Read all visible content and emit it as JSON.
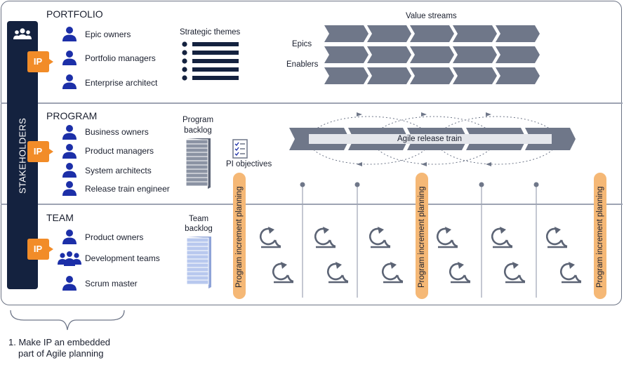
{
  "sidebar": {
    "label": "STAKEHOLDERS",
    "icon": "group-icon"
  },
  "portfolio": {
    "title": "PORTFOLIO",
    "roles": [
      "Epic owners",
      "Portfolio managers",
      "Enterprise architect"
    ],
    "strategic_themes_label": "Strategic themes",
    "value_streams_label": "Value streams",
    "epics_label": "Epics",
    "enablers_label": "Enablers"
  },
  "program": {
    "title": "PROGRAM",
    "roles": [
      "Business owners",
      "Product managers",
      "System architects",
      "Release train engineer"
    ],
    "backlog_label_1": "Program",
    "backlog_label_2": "backlog",
    "pi_objectives_label": "PI objectives",
    "release_train_label": "Agile release train"
  },
  "team": {
    "title": "TEAM",
    "roles": [
      "Product owners",
      "Development teams",
      "Scrum master"
    ],
    "backlog_label_1": "Team",
    "backlog_label_2": "backlog"
  },
  "ip_badge_text": "IP",
  "pi_planning_label": "Program increment planning",
  "footnote": {
    "line1": "1. Make IP an embedded",
    "line2": "part of Agile planning"
  },
  "colors": {
    "navy": "#14223f",
    "person_blue": "#1c2fa8",
    "ip_orange": "#f28c28",
    "pi_orange": "#f5b876",
    "chevron_gray": "#6f7789",
    "stack_gray": "#8b93a3",
    "stack_blue": "#b8c8ee"
  }
}
